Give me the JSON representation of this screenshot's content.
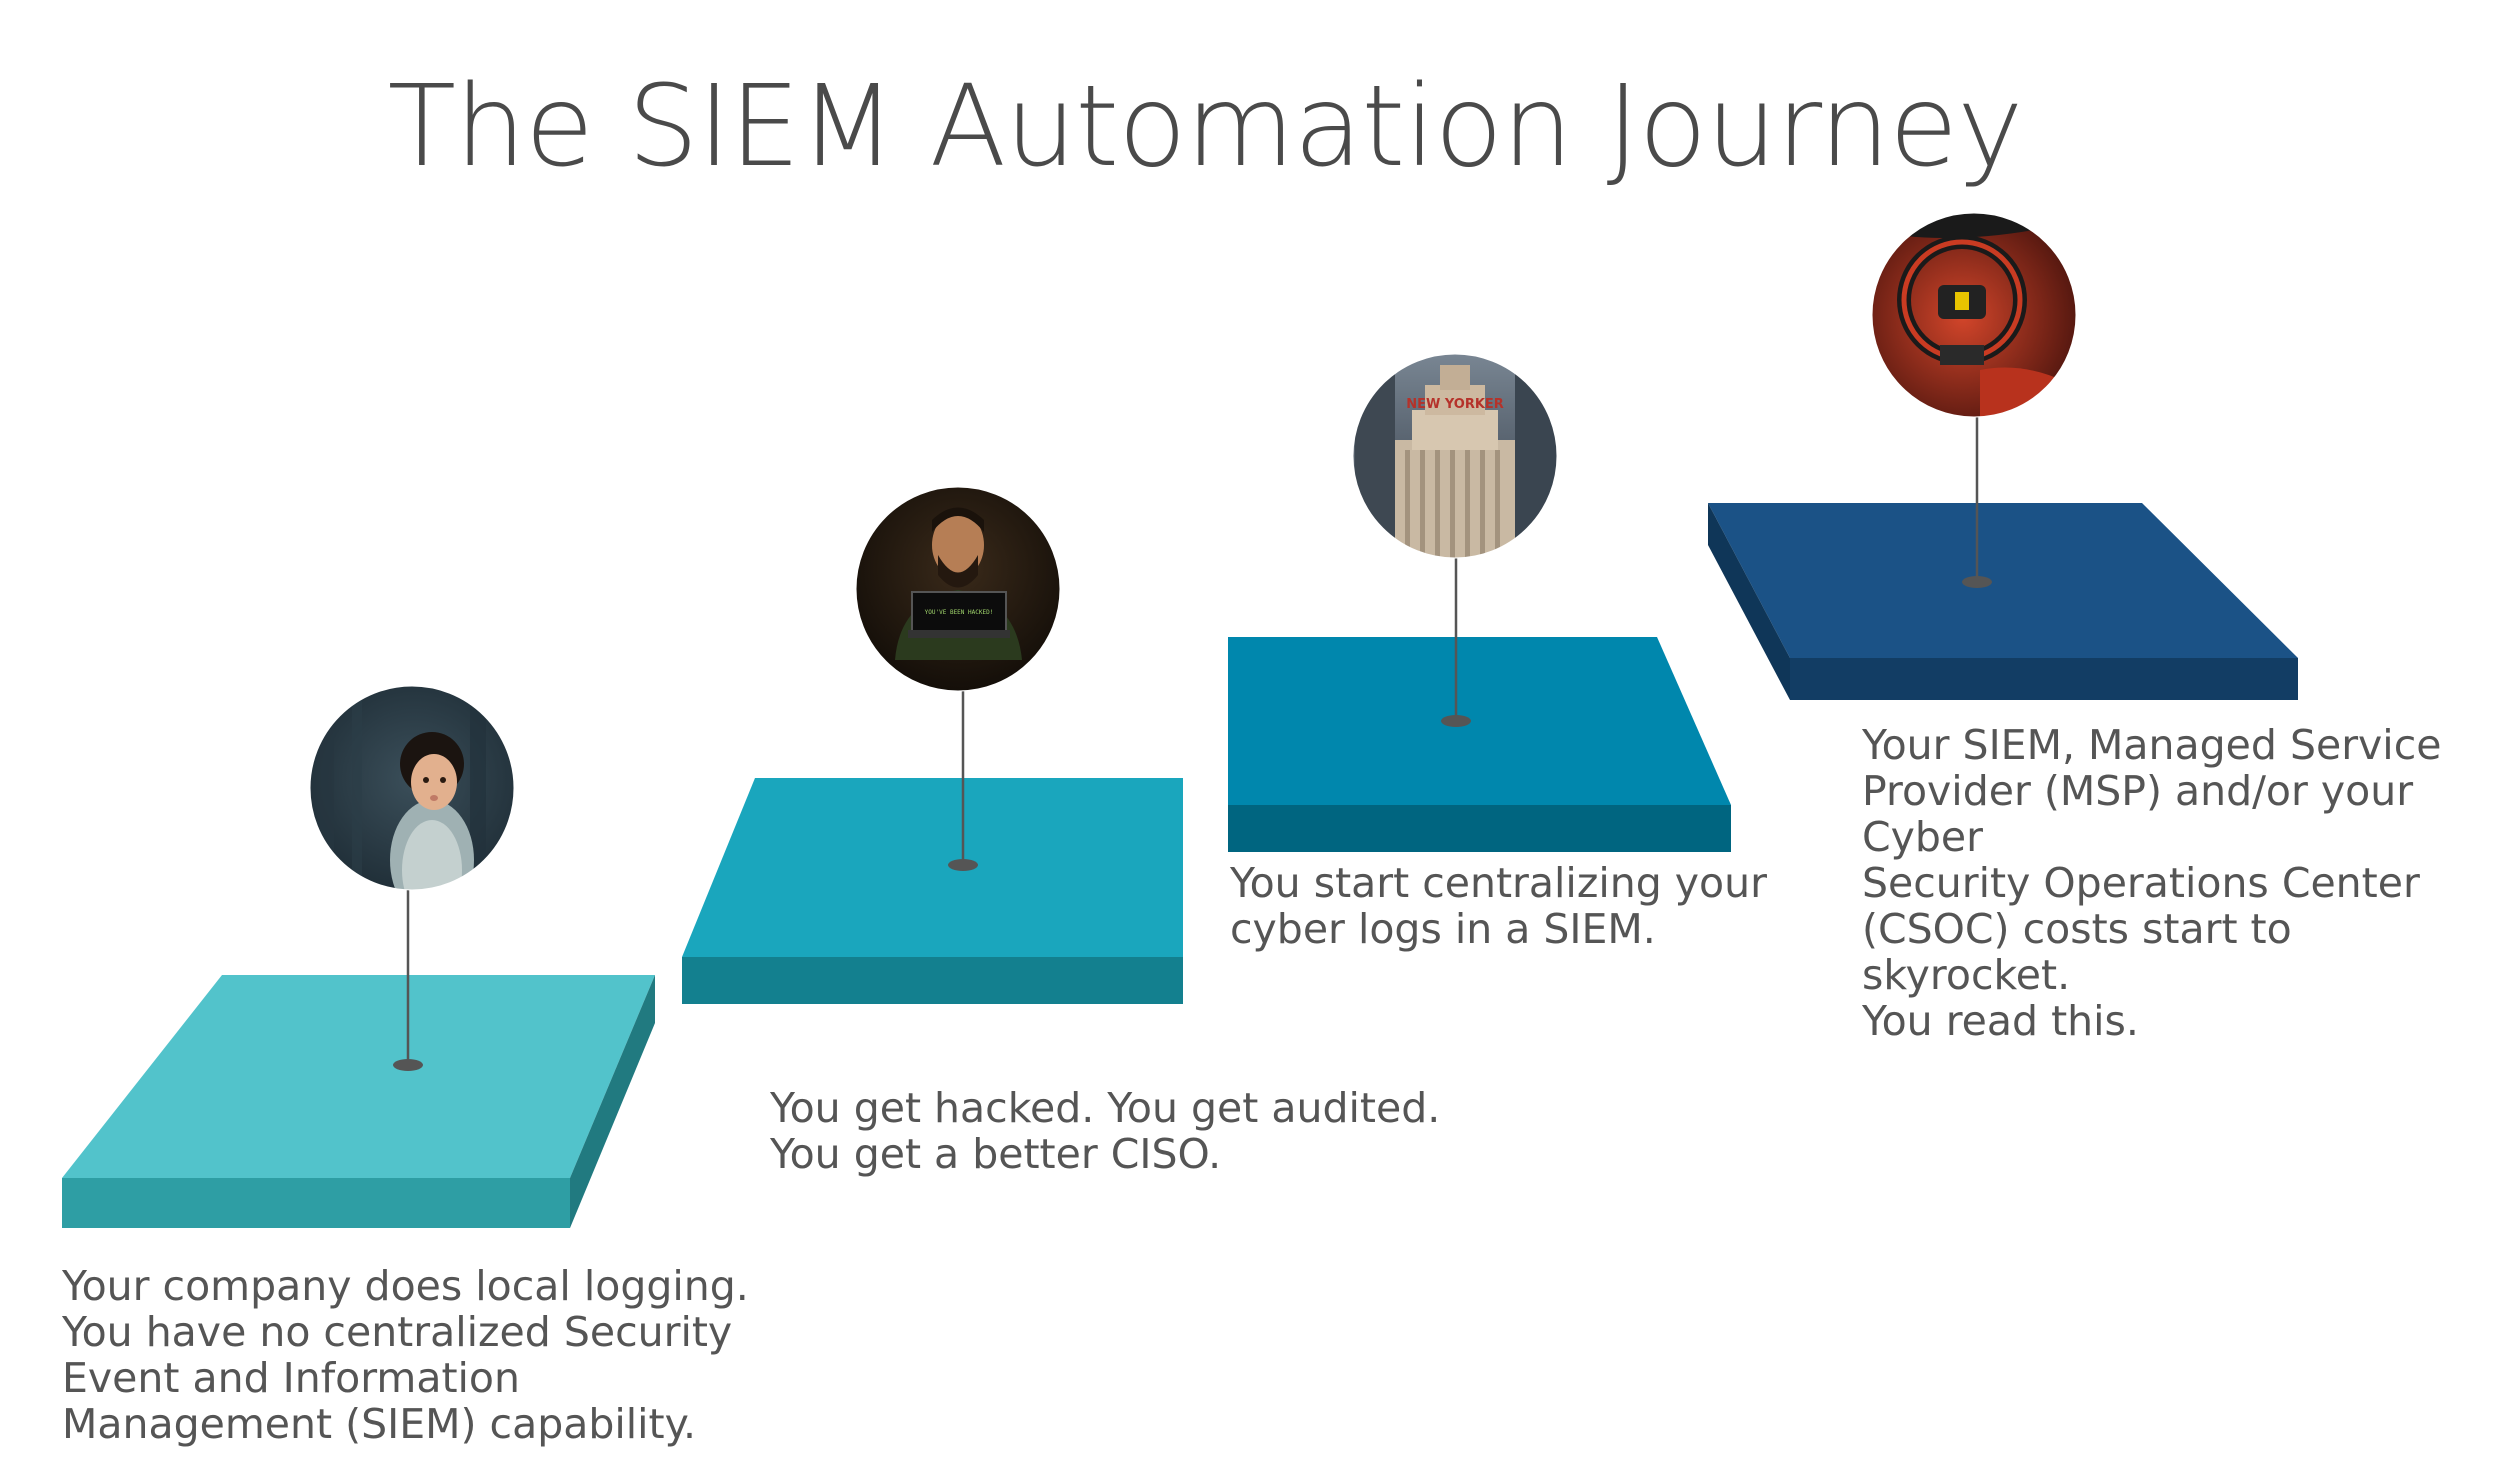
{
  "title": "The SIEM Automation Journey",
  "colors": {
    "step1_top": "#52c3cb",
    "step1_front": "#2e9ea4",
    "step1_side": "#217a80",
    "step2_top": "#1aa6bd",
    "step2_front": "#13808f",
    "step3_top": "#0087ad",
    "step3_front": "#006580",
    "step4_top": "#1b5286",
    "step4_front": "#123d64",
    "step4_side": "#0f3658",
    "pin": "#555555",
    "text": "#555555"
  },
  "steps": [
    {
      "image_icon": "child-photo-icon",
      "text": "Your company does local logging.\nYou have no centralized Security\nEvent and Information\nManagement (SIEM) capability."
    },
    {
      "image_icon": "hacker-with-laptop-photo-icon",
      "image_caption": "YOU'VE BEEN HACKED!",
      "text": "You get hacked. You get audited.\nYou get a better CISO."
    },
    {
      "image_icon": "skyscraper-photo-icon",
      "image_caption": "NEW YORKER",
      "text": "You start centralizing your\ncyber logs in a SIEM."
    },
    {
      "image_icon": "ferrari-steering-wheel-photo-icon",
      "text": "Your SIEM, Managed Service\nProvider (MSP) and/or your Cyber\nSecurity Operations Center\n(CSOC) costs start to skyrocket.\nYou read this."
    }
  ]
}
